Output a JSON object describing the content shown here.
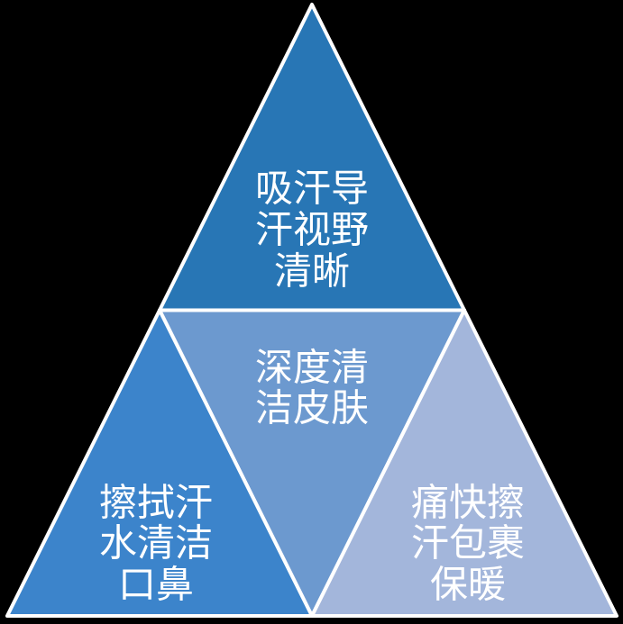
{
  "page": {
    "background_color": "#000000",
    "border_color": "#FFFFFF",
    "text_color": "#FFFFFF"
  },
  "pyramid": {
    "sections": [
      {
        "position": "top",
        "color": "#2876B5",
        "label": "吸汗导汗视野清晰",
        "lines": [
          "吸汗导",
          "汗视野",
          "清晰"
        ]
      },
      {
        "position": "middle",
        "color": "#6C99CF",
        "label": "深度清洁皮肤",
        "lines": [
          "深度清",
          "洁皮肤"
        ]
      },
      {
        "position": "bottom-left",
        "color": "#3C84CB",
        "label": "擦拭汗水清洁口鼻",
        "lines": [
          "擦拭汗",
          "水清洁",
          "口鼻"
        ]
      },
      {
        "position": "bottom-right",
        "color": "#A3B6DB",
        "label": "痛快擦汗包裹保暖",
        "lines": [
          "痛快擦",
          "汗包裹",
          "保暖"
        ]
      }
    ]
  }
}
